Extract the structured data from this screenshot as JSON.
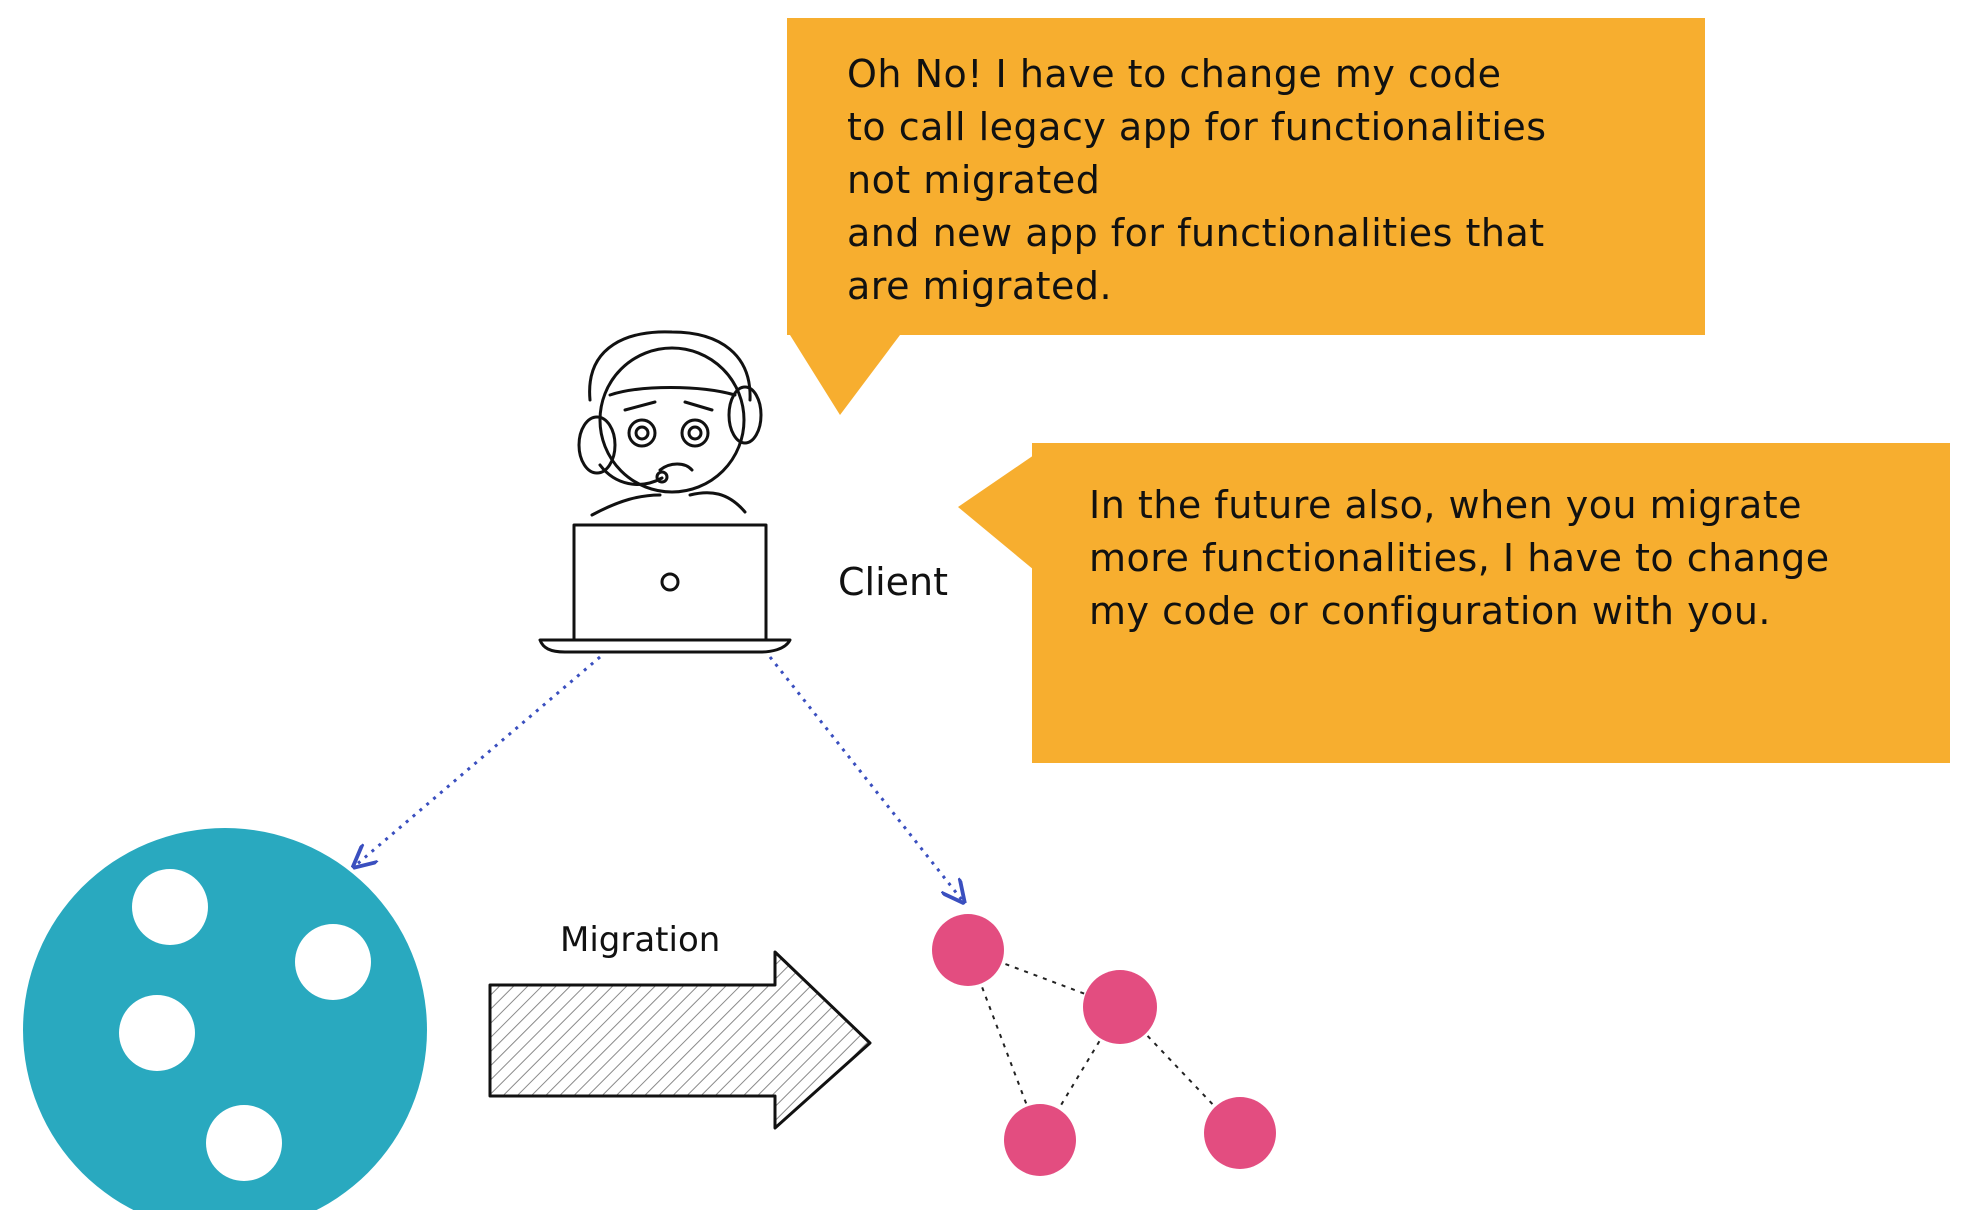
{
  "bubbles": {
    "top": {
      "lines": [
        "Oh No! I have to change my code",
        "to call legacy app for functionalities",
        "not migrated",
        "and new app for functionalities that",
        "are migrated."
      ],
      "color": "#f7ae2f"
    },
    "right": {
      "lines": [
        "In the future also, when you migrate",
        "more functionalities, I have to change",
        "my code or configuration with you."
      ],
      "color": "#f7ae2f"
    }
  },
  "labels": {
    "client": "Client",
    "migration": "Migration"
  },
  "colors": {
    "legacy_app": "#29a9bf",
    "microservice_node": "#e34d80",
    "connector": "#3a4fbf"
  },
  "icons": {
    "client": "person-with-headset-at-laptop-icon",
    "migration": "hatched-arrow-right-icon",
    "legacy_app": "monolith-circle-icon",
    "new_app": "microservices-graph-icon"
  }
}
